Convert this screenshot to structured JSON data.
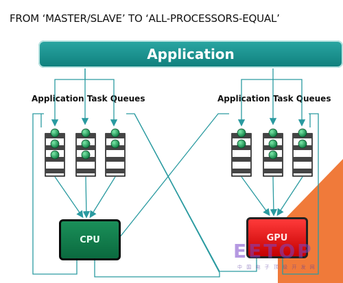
{
  "title": "FROM ‘MASTER/SLAVE’ TO ‘ALL-PROCESSORS-EQUAL’",
  "application": {
    "label": "Application",
    "color": "#1a9390"
  },
  "queues": {
    "left_label": "Application Task Queues",
    "right_label": "Application Task Queues",
    "ball_color": "#14a05a"
  },
  "processors": {
    "cpu": {
      "label": "CPU",
      "color": "#0f7a48"
    },
    "gpu": {
      "label": "GPU",
      "color": "#e01010"
    }
  },
  "watermark": {
    "text": "EETOP",
    "subtext": "中 国 电 子 顶 级 开 发 网"
  }
}
